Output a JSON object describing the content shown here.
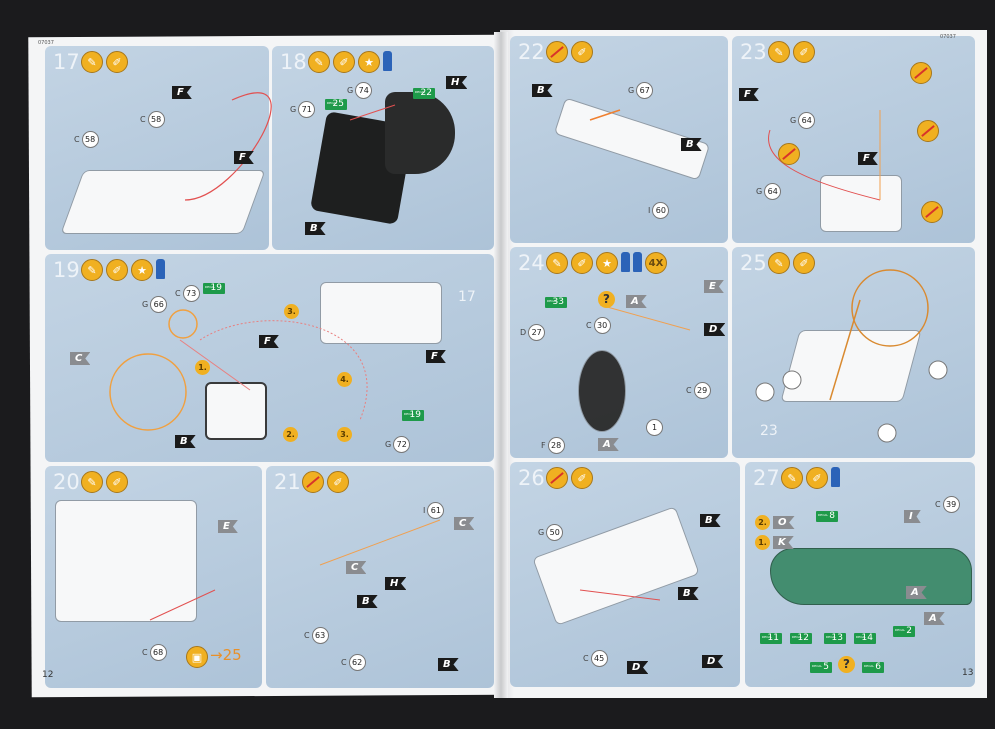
{
  "booklet_code": "07037",
  "page_numbers": {
    "left": "12",
    "right": "13"
  },
  "steps": [
    {
      "num": "17",
      "icons": [
        "glue-icon",
        "paint-icon"
      ]
    },
    {
      "num": "18",
      "icons": [
        "glue-icon",
        "paint-icon",
        "decal-icon",
        "paint-pot-icon"
      ]
    },
    {
      "num": "19",
      "icons": [
        "glue-icon",
        "paint-icon",
        "decal-icon",
        "paint-pot-icon"
      ]
    },
    {
      "num": "20",
      "icons": [
        "glue-icon",
        "paint-icon"
      ]
    },
    {
      "num": "21",
      "icons": [
        "no-glue-icon",
        "paint-icon"
      ]
    },
    {
      "num": "22",
      "icons": [
        "no-glue-icon",
        "paint-icon"
      ]
    },
    {
      "num": "23",
      "icons": [
        "glue-icon",
        "paint-icon"
      ]
    },
    {
      "num": "24",
      "icons": [
        "glue-icon",
        "paint-icon",
        "decal-icon",
        "paint-pot-icon",
        "paint-pot-icon"
      ],
      "multiplier": "4X"
    },
    {
      "num": "25",
      "icons": [
        "glue-icon",
        "paint-icon"
      ]
    },
    {
      "num": "26",
      "icons": [
        "no-glue-icon",
        "paint-icon"
      ]
    },
    {
      "num": "27",
      "icons": [
        "glue-icon",
        "paint-icon",
        "paint-pot-icon"
      ]
    }
  ],
  "labels": {
    "s17": {
      "f1": "F",
      "c1": {
        "p": "C",
        "n": "58"
      },
      "c2": {
        "p": "C",
        "n": "58"
      },
      "f2": "F"
    },
    "s18": {
      "g74": {
        "p": "G",
        "n": "74"
      },
      "g71": {
        "p": "G",
        "n": "71"
      },
      "d25": "25",
      "d22": "22",
      "h": "H",
      "b": "B"
    },
    "s19": {
      "g66": {
        "p": "G",
        "n": "66"
      },
      "c73": {
        "p": "C",
        "n": "73"
      },
      "d19a": "19",
      "f1": "F",
      "seq3a": "3.",
      "ref17": "17",
      "c": "C",
      "seq1": "1.",
      "seq4": "4.",
      "f2": "F",
      "d19b": "19",
      "seq2": "2.",
      "seq3b": "3.",
      "g72": {
        "p": "G",
        "n": "72"
      },
      "b": "B"
    },
    "s20": {
      "e": "E",
      "c68": {
        "p": "C",
        "n": "68"
      },
      "goto": "25"
    },
    "s21": {
      "i61": {
        "p": "I",
        "n": "61"
      },
      "c1": "C",
      "c2": "C",
      "h": "H",
      "b1": "B",
      "c63": {
        "p": "C",
        "n": "63"
      },
      "c62": {
        "p": "C",
        "n": "62"
      },
      "b2": "B"
    },
    "s22": {
      "b1": "B",
      "g67": {
        "p": "G",
        "n": "67"
      },
      "b2": "B",
      "i60": {
        "p": "I",
        "n": "60"
      }
    },
    "s23": {
      "f1": "F",
      "g64a": {
        "p": "G",
        "n": "64"
      },
      "f2": "F",
      "g64b": {
        "p": "G",
        "n": "64"
      }
    },
    "s24": {
      "d33": "33",
      "q": "?",
      "a1": "A",
      "e": "E",
      "c30": {
        "p": "C",
        "n": "30"
      },
      "d": "D",
      "d27": {
        "p": "D",
        "n": "27"
      },
      "c29": {
        "p": "C",
        "n": "29"
      },
      "n1": {
        "p": "",
        "n": "1"
      },
      "f28": {
        "p": "F",
        "n": "28"
      },
      "a2": "A"
    },
    "s25": {
      "ref23": "23"
    },
    "s26": {
      "g50": {
        "p": "G",
        "n": "50"
      },
      "b1": "B",
      "b2": "B",
      "c45": {
        "p": "C",
        "n": "45"
      },
      "d1": "D",
      "d2": "D"
    },
    "s27": {
      "c39": {
        "p": "C",
        "n": "39"
      },
      "d8": "8",
      "i": "I",
      "seq2": "2.",
      "o": "O",
      "seq1": "1.",
      "k": "K",
      "a1": "A",
      "a2": "A",
      "d11": "11",
      "d12": "12",
      "d13": "13",
      "d14": "14",
      "d2": "2",
      "d5": "5",
      "q": "?",
      "d6": "6"
    }
  },
  "colors": {
    "panel": "#b9cde0",
    "accent": "#f0b021",
    "decal": "#1e9a4a",
    "flag": "#1a1a1a"
  }
}
